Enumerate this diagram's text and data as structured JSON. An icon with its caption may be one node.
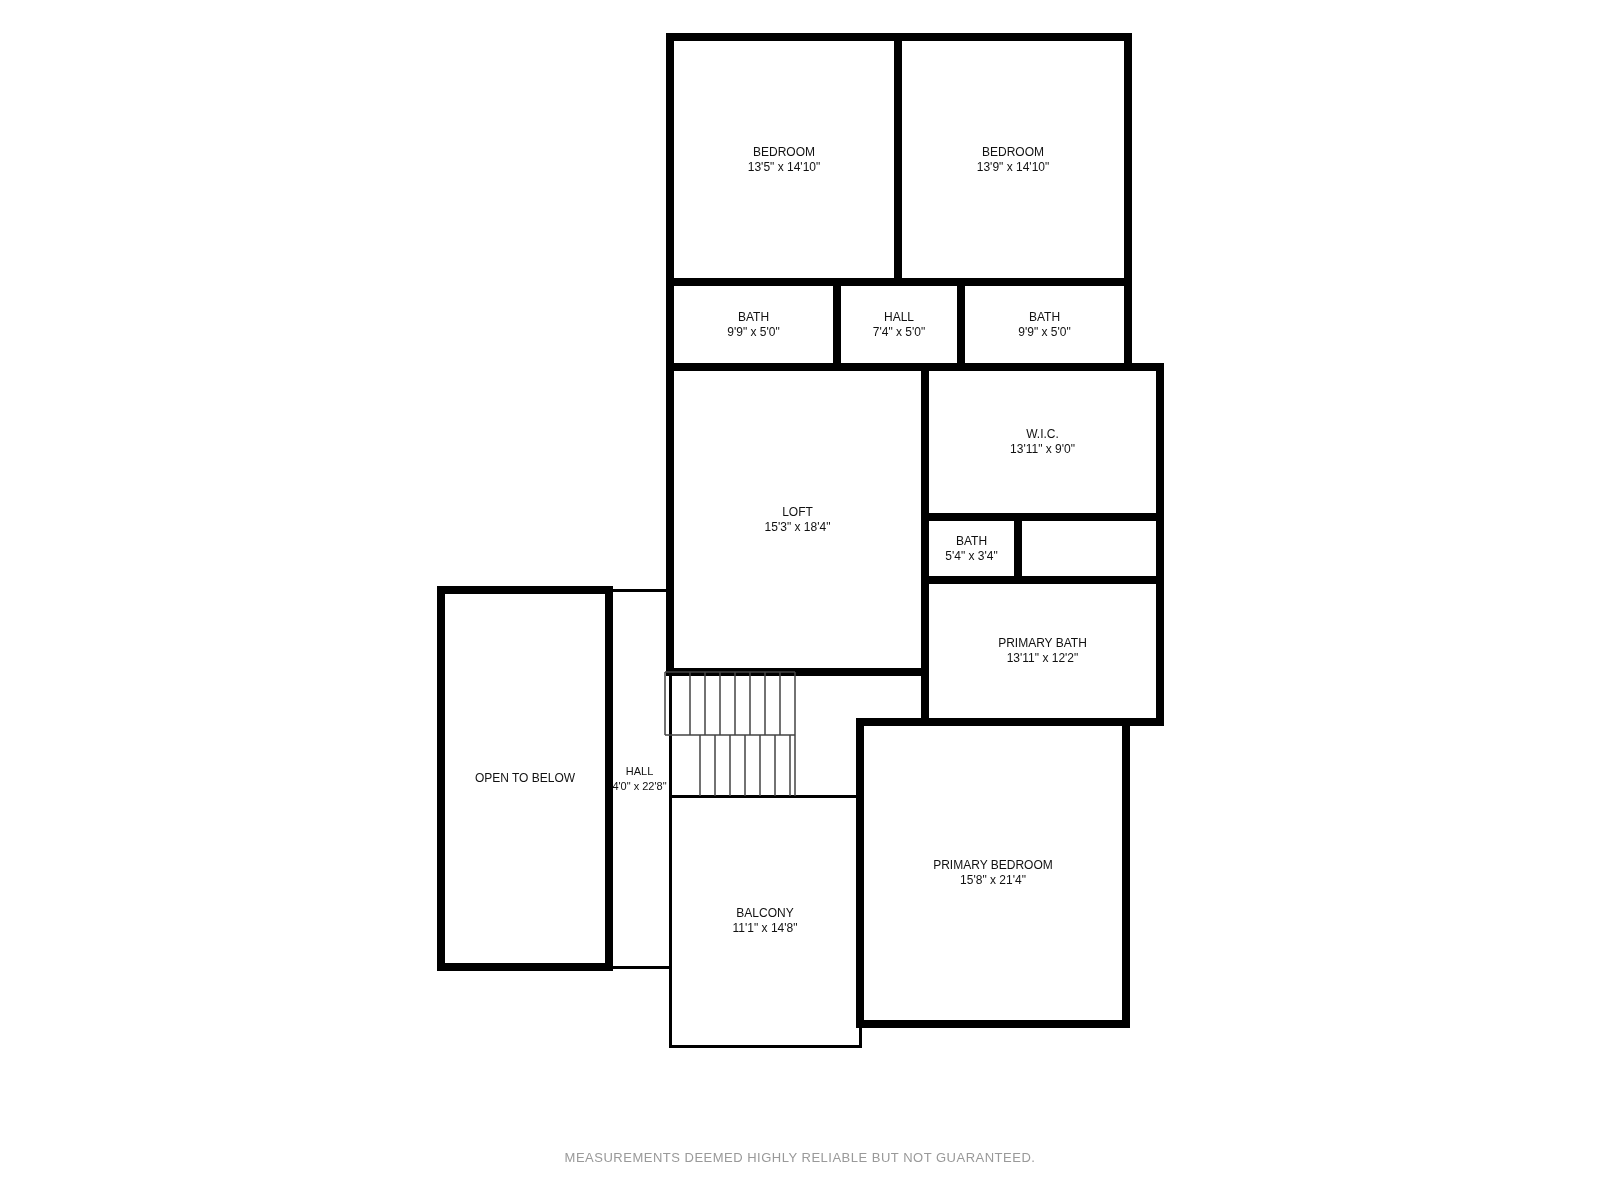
{
  "diagram": {
    "caption": "MEASUREMENTS DEEMED HIGHLY RELIABLE BUT NOT GUARANTEED.",
    "nodes": [
      {
        "text": [
          "BEDROOM",
          "13'5\" x 14'10\""
        ]
      },
      {
        "text": [
          "BEDROOM",
          "13'9\" x 14'10\""
        ]
      },
      {
        "text": [
          "BATH",
          "9'9\" x 5'0\""
        ]
      },
      {
        "text": [
          "HALL",
          "7'4\" x 5'0\""
        ]
      },
      {
        "text": [
          "BATH",
          "9'9\" x 5'0\""
        ]
      },
      {
        "text": [
          "W.I.C.",
          "13'11\" x 9'0\""
        ]
      },
      {
        "text": [
          "LOFT",
          "15'3\" x 18'4\""
        ]
      },
      {
        "text": [
          "BATH",
          "5'4\" x 3'4\""
        ]
      },
      {
        "text": [
          "PRIMARY BATH",
          "13'11\" x 12'2\""
        ]
      },
      {
        "text": [
          "HALL",
          "4'0\" x 22'8\""
        ]
      },
      {
        "text": [
          "OPEN TO BELOW"
        ]
      },
      {
        "text": [
          "PRIMARY BEDROOM",
          "15'8\" x 21'4\""
        ]
      },
      {
        "text": [
          "BALCONY",
          "11'1\" x 14'8\""
        ]
      }
    ]
  }
}
